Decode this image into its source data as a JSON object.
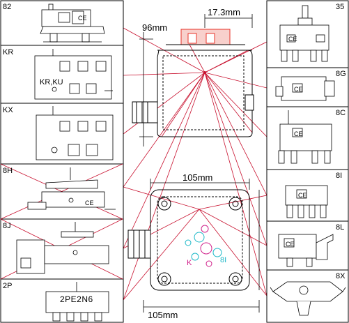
{
  "panels_left": [
    {
      "code": "82"
    },
    {
      "code": "KR",
      "inner_label": "KR,KU"
    },
    {
      "code": "KX"
    },
    {
      "code": "8H"
    },
    {
      "code": "8J"
    },
    {
      "code": "2P",
      "model_text": "2PE2N6"
    }
  ],
  "panels_right": [
    {
      "code": "35"
    },
    {
      "code": "8G"
    },
    {
      "code": "8C"
    },
    {
      "code": "8I"
    },
    {
      "code": "8L"
    },
    {
      "code": "8X"
    }
  ],
  "dimensions": {
    "cap_width": "17.3mm",
    "box_height": "96mm",
    "top_width": "105mm",
    "side_width": "105mm"
  },
  "center_markings": {
    "left_letter": "K",
    "right_code": "8I"
  },
  "colors": {
    "ray": "#c8102e",
    "cap": "#e8332a",
    "line": "#000000",
    "cyan": "#1cb8c8",
    "magenta": "#d0208a"
  },
  "marks": {
    "ce": "CE"
  }
}
